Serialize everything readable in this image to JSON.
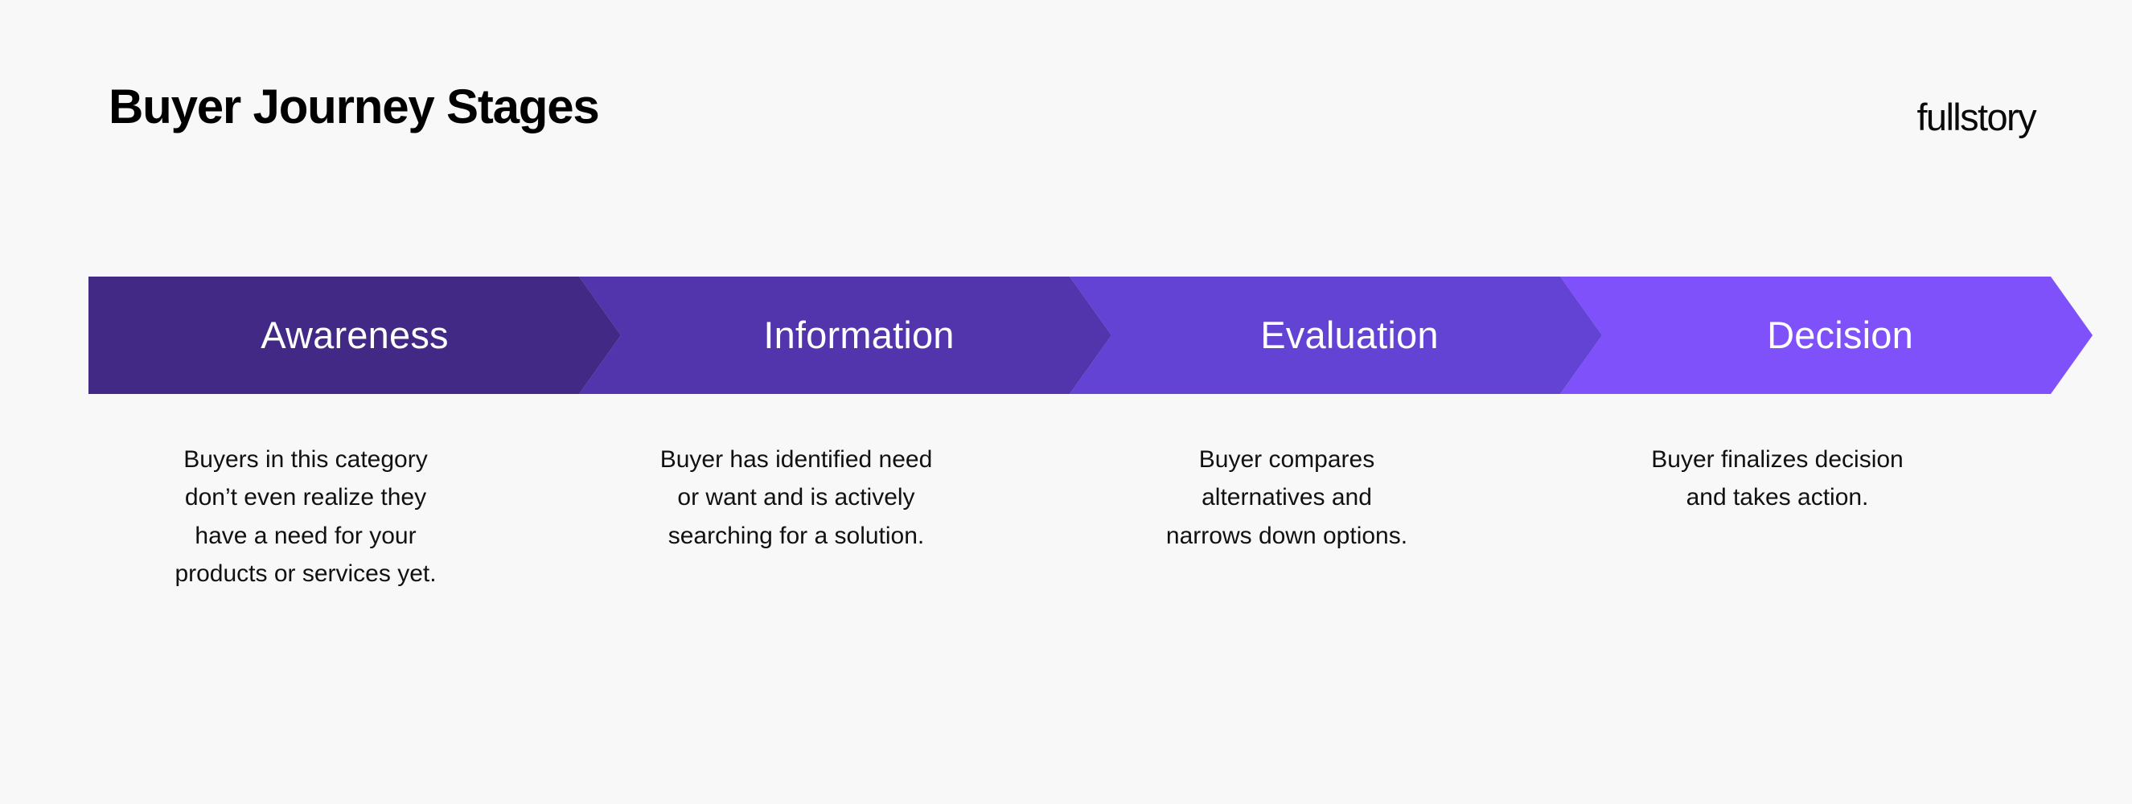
{
  "page": {
    "background_color": "#f8f8f8",
    "title": "Buyer Journey Stages",
    "brand": "fullstory"
  },
  "chart_data": {
    "type": "diagram",
    "subtype": "chevron-process-flow",
    "title": "Buyer Journey Stages",
    "orientation": "horizontal",
    "stage_count": 4,
    "categories": [
      "Awareness",
      "Information",
      "Evaluation",
      "Decision"
    ],
    "descriptions": [
      "Buyers in this category don’t even realize they have a need for your products or services yet.",
      "Buyer has identified need or want and is actively searching for a solution.",
      "Buyer compares alternatives and narrows down options.",
      "Buyer finalizes decision and takes action."
    ],
    "colors": [
      "#422985",
      "#5234ad",
      "#6343d3",
      "#7f51fb"
    ],
    "text_color": "#ffffff",
    "legend": "none",
    "grid": false
  },
  "stages": [
    {
      "index": 1,
      "label": "Awareness",
      "color": "#422985",
      "description_lines": [
        "Buyers in this category",
        "don’t even realize they",
        "have a need for your",
        "products or services yet."
      ],
      "description": "Buyers in this category don’t even realize they have a need for your products or services yet."
    },
    {
      "index": 2,
      "label": "Information",
      "color": "#5234ad",
      "description_lines": [
        "Buyer has identified need",
        "or want and is actively",
        "searching for a solution."
      ],
      "description": "Buyer has identified need or want and is actively searching for a solution."
    },
    {
      "index": 3,
      "label": "Evaluation",
      "color": "#6343d3",
      "description_lines": [
        "Buyer compares",
        "alternatives and",
        "narrows down options."
      ],
      "description": "Buyer compares alternatives and narrows down options."
    },
    {
      "index": 4,
      "label": "Decision",
      "color": "#7f51fb",
      "description_lines": [
        "Buyer finalizes decision",
        "and takes action."
      ],
      "description": "Buyer finalizes decision and takes action."
    }
  ]
}
